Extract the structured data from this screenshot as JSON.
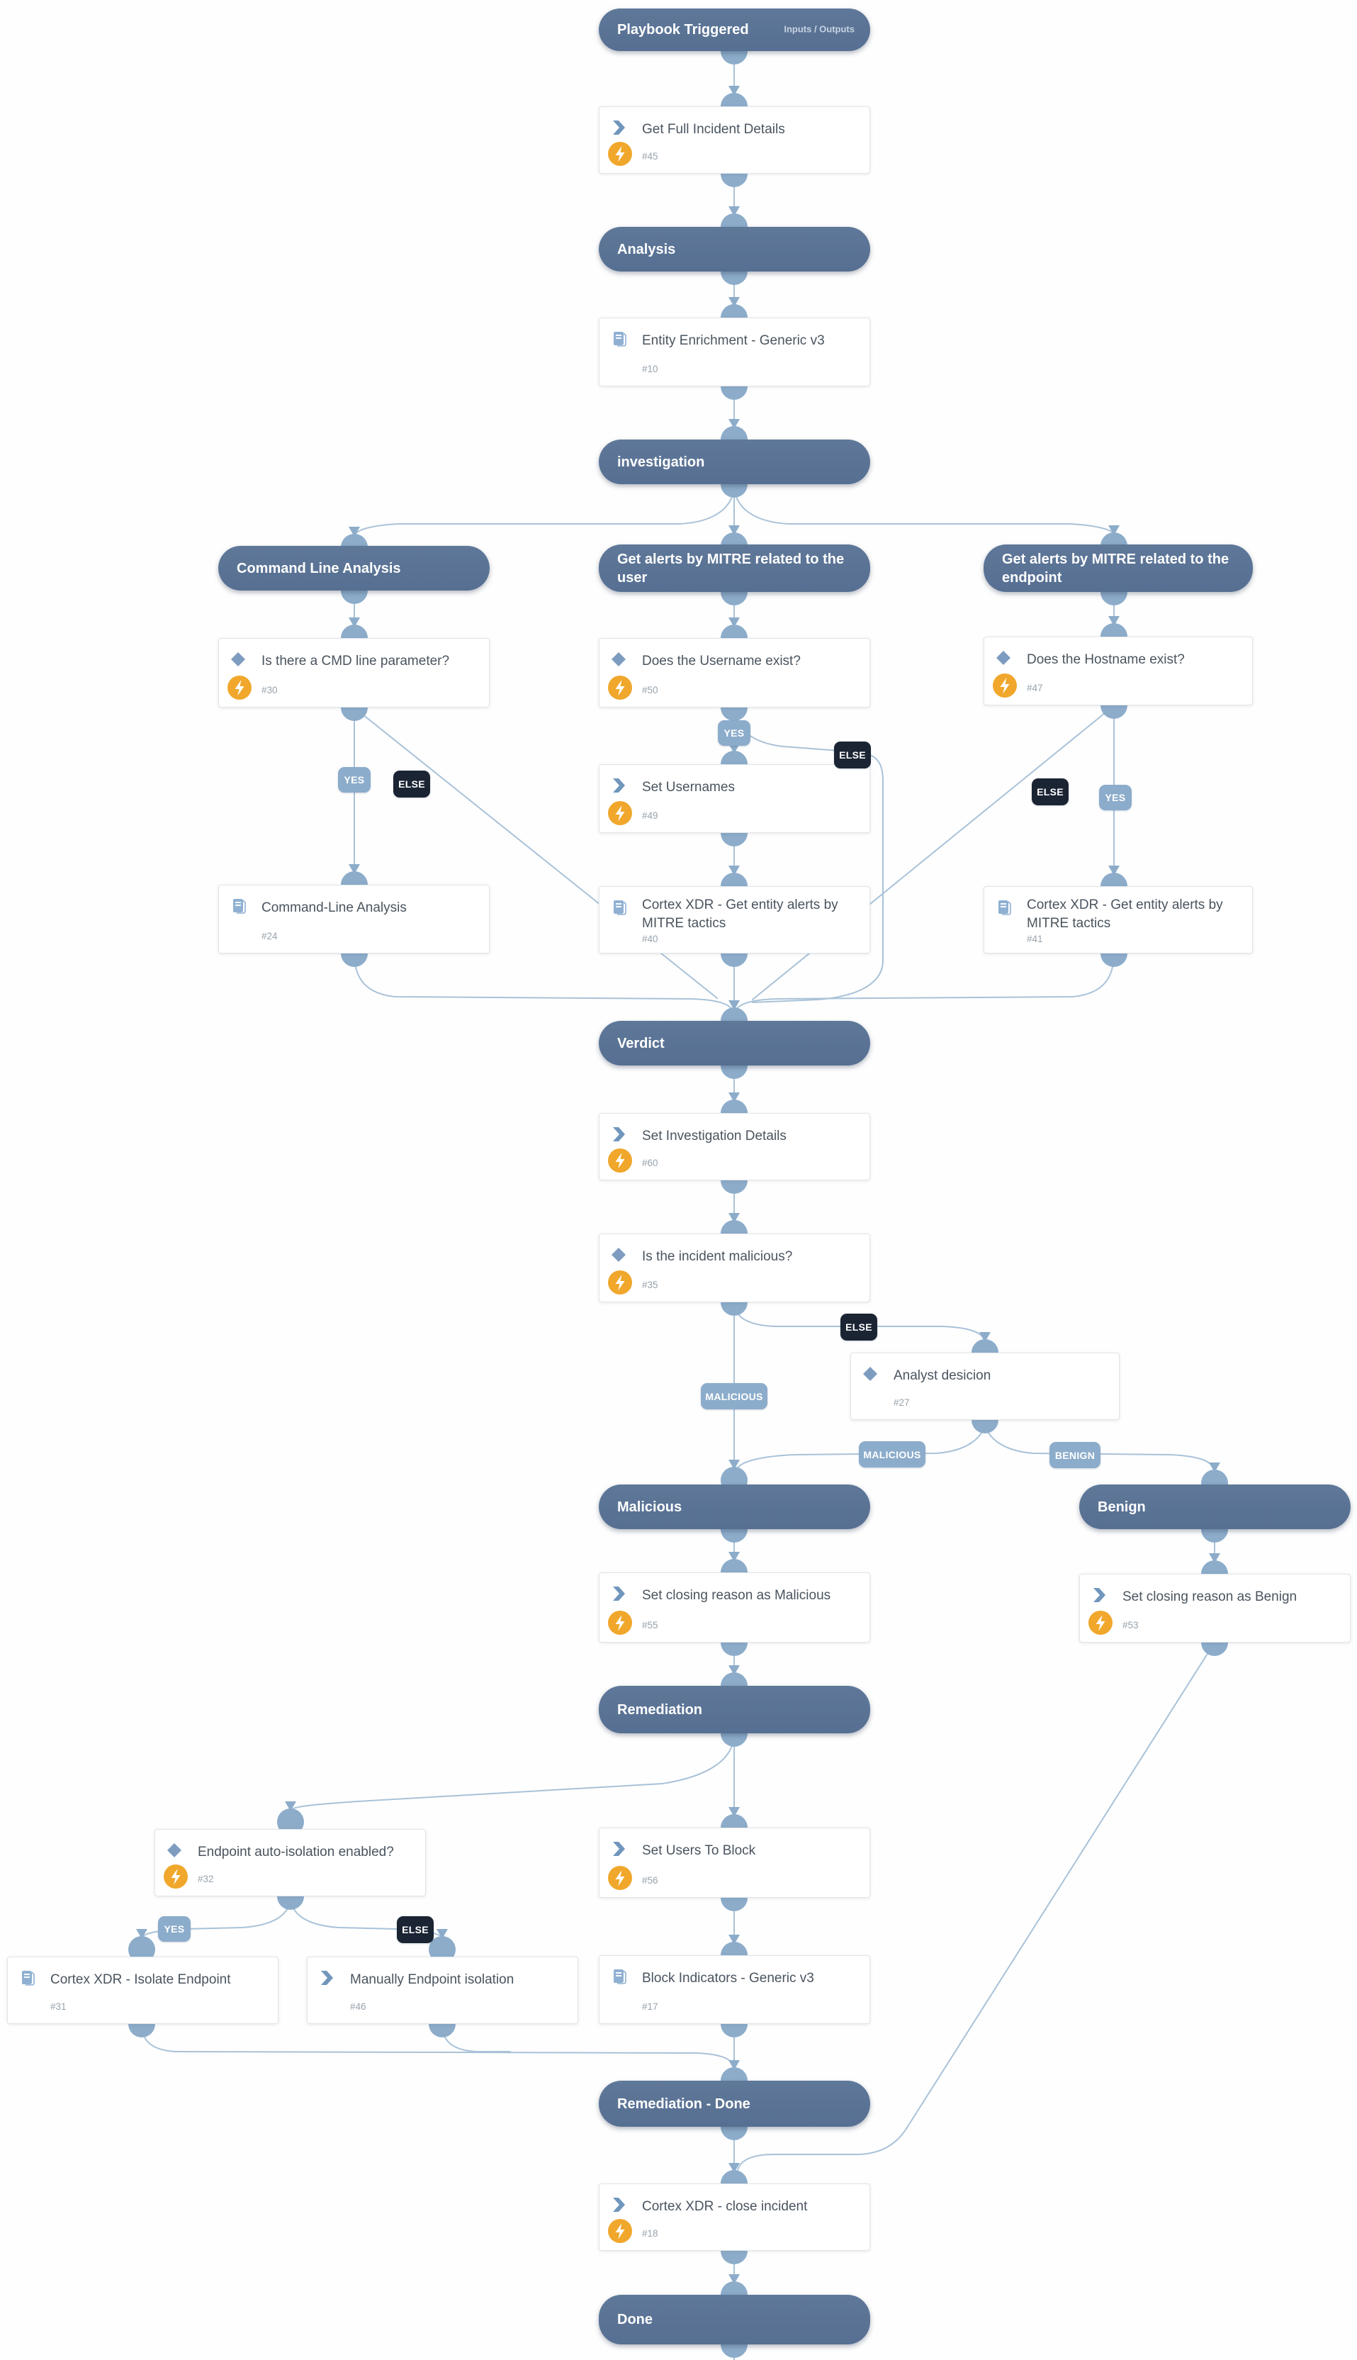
{
  "labels": {
    "yes": "YES",
    "else": "ELSE",
    "malicious": "MALICIOUS",
    "benign": "BENIGN"
  },
  "colors": {
    "section_pill": "#5b7495",
    "connector": "#a9c2d8",
    "connector_dot": "#8cacca",
    "label_light": "#8caccb",
    "label_dark": "#1a2433",
    "bolt_badge": "#f0a72b",
    "task_title": "#4a545f"
  },
  "headers": {
    "playbook_triggered": {
      "title": "Playbook Triggered",
      "right": "Inputs / Outputs"
    },
    "analysis": {
      "title": "Analysis"
    },
    "investigation": {
      "title": "investigation"
    },
    "command_line_analysis": {
      "title": "Command Line Analysis"
    },
    "mitre_user": {
      "title": "Get alerts by MITRE related to the user"
    },
    "mitre_endpoint": {
      "title": "Get alerts by MITRE related to the endpoint"
    },
    "verdict": {
      "title": "Verdict"
    },
    "malicious": {
      "title": "Malicious"
    },
    "benign": {
      "title": "Benign"
    },
    "remediation": {
      "title": "Remediation"
    },
    "remediation_done": {
      "title": "Remediation - Done"
    },
    "done": {
      "title": "Done"
    }
  },
  "tasks": {
    "get_full_incident_details": {
      "title": "Get Full Incident Details",
      "id": "#45"
    },
    "entity_enrichment": {
      "title": "Entity Enrichment - Generic v3",
      "id": "#10"
    },
    "cmd_line_param": {
      "title": "Is there a CMD line parameter?",
      "id": "#30"
    },
    "username_exist": {
      "title": "Does the Username exist?",
      "id": "#50"
    },
    "hostname_exist": {
      "title": "Does the Hostname exist?",
      "id": "#47"
    },
    "set_usernames": {
      "title": "Set Usernames",
      "id": "#49"
    },
    "command_line_analysis_pb": {
      "title": "Command-Line Analysis",
      "id": "#24"
    },
    "xdr_alerts_user": {
      "title": "Cortex XDR - Get entity alerts by MITRE tactics",
      "id": "#40"
    },
    "xdr_alerts_endpoint": {
      "title": "Cortex XDR - Get entity alerts by MITRE tactics",
      "id": "#41"
    },
    "set_investigation_details": {
      "title": "Set Investigation Details",
      "id": "#60"
    },
    "incident_malicious": {
      "title": "Is the incident malicious?",
      "id": "#35"
    },
    "analyst_decision": {
      "title": "Analyst desicion",
      "id": "#27"
    },
    "closing_malicious": {
      "title": "Set closing reason as Malicious",
      "id": "#55"
    },
    "closing_benign": {
      "title": "Set closing reason as Benign",
      "id": "#53"
    },
    "endpoint_isolation_enabled": {
      "title": "Endpoint auto-isolation enabled?",
      "id": "#32"
    },
    "set_users_to_block": {
      "title": "Set Users To Block",
      "id": "#56"
    },
    "isolate_endpoint": {
      "title": "Cortex XDR - Isolate Endpoint",
      "id": "#31"
    },
    "manual_isolation": {
      "title": "Manually Endpoint isolation",
      "id": "#46"
    },
    "block_indicators": {
      "title": "Block Indicators - Generic v3",
      "id": "#17"
    },
    "close_incident": {
      "title": "Cortex XDR - close incident",
      "id": "#18"
    }
  }
}
